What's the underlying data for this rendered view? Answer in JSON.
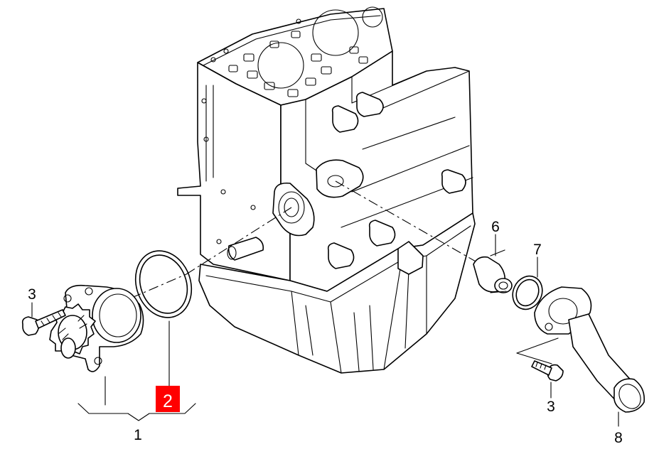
{
  "diagram": {
    "callouts": [
      {
        "id": "part-1",
        "label": "1"
      },
      {
        "id": "part-2",
        "label": "2",
        "highlighted": true
      },
      {
        "id": "part-3-left",
        "label": "3"
      },
      {
        "id": "part-3-right",
        "label": "3"
      },
      {
        "id": "part-6",
        "label": "6"
      },
      {
        "id": "part-7",
        "label": "7"
      },
      {
        "id": "part-8",
        "label": "8"
      }
    ],
    "highlight_color": "#ff0000",
    "highlight_text_color": "#ffffff",
    "line_color": "#000000",
    "background_color": "#ffffff"
  }
}
